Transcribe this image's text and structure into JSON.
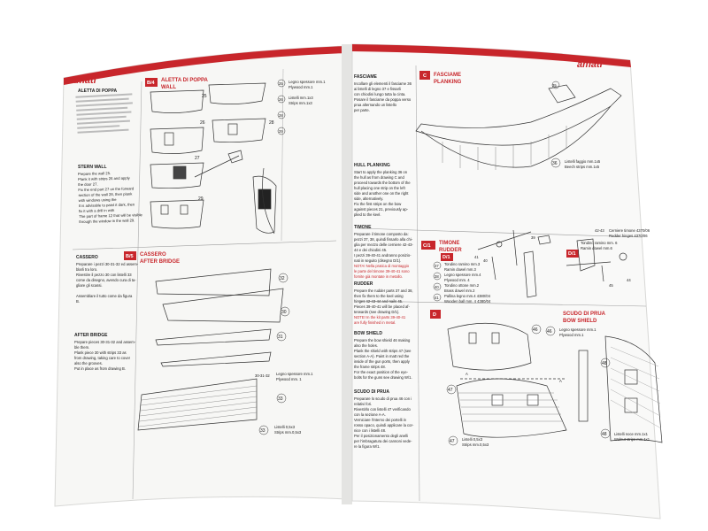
{
  "brand": {
    "left_logo": "amati",
    "right_logo": "amati",
    "accent": "#c8262b"
  },
  "left_page": {
    "heading": "ALETTA DI POPPA",
    "stern_wall_heading": "STERN WALL",
    "stern_wall_text": [
      "Prepare the wall 25.",
      "Plank it with strips 26 and apply",
      "the door 27.",
      "Fix the end part 27 on the forward",
      "section of the wall 28, then plank",
      "with windows using the",
      "It is advisable to paint it dark, then",
      "fix it with a drill in with",
      "The part of frame 12 that will be visible",
      "through the window in the wall 29."
    ],
    "panel_b4": {
      "tag": "B/4",
      "title_it": "ALETTA DI POPPA",
      "title_en": "WALL"
    },
    "panel_b5": {
      "tag": "B/5",
      "title_it": "CASSERO",
      "title_en": "AFTER BRIDGE"
    },
    "cassero_heading": "CASSERO",
    "cassero_text": [
      "Preparare i pezzi 30-31-32 ed assem-",
      "blarli tra loro.",
      "Rivestire il pezzo 30 con listelli 33",
      "come da disegno, avendo cura di ta-",
      "gliare gli scassi.",
      "",
      "Assemblare il tutto come da figura",
      "B."
    ],
    "after_bridge_heading": "AFTER BRIDGE",
    "after_bridge_text": [
      "Prepare pieces 30-31-32 and assem-",
      "ble them.",
      "Plank piece 30 with strips 33 as",
      "from drawing, taking care to cover",
      "also the grooves.",
      "Put in place as from drawing B."
    ],
    "parts": {
      "p25": "25",
      "p26": "26",
      "p27": "27",
      "p28": "28",
      "p29": "29",
      "p30": "30",
      "p31": "31",
      "p32": "32",
      "p33": "33",
      "p30_31_32": "30-31-32"
    },
    "legend_wall": [
      "Legno spessore mm.1",
      "Plywood mm.1",
      "Listelli mm.1x3",
      "Strips mm.1x3"
    ],
    "legend_plywood": [
      "Legno spessore mm.1",
      "Plywood mm. 1"
    ],
    "legend_strips": [
      "Listelli 0,5x3",
      "Strips mm.0,5x3"
    ]
  },
  "right_page": {
    "fasciame_heading": "FASCIAME",
    "fasciame_text": [
      "Incollare gli elementi il fasciame 36",
      "ai listelli di legno 37 e fissarli",
      "con chiodini lungo tutta la cinta.",
      "Posare il fasciame da poppa verso",
      "prua alternando un listello",
      "per parte."
    ],
    "panel_c": {
      "tag": "C",
      "title_it": "FASCIAME",
      "title_en": "PLANKING"
    },
    "hull_planking_heading": "HULL PLANKING",
    "hull_planking_text": [
      "Start to apply the planking 36 on",
      "the hull as from drawing C and",
      "proceed towards the bottom of the",
      "hull placing one strip on the left",
      "side and another one on the right",
      "side, alternatively.",
      "Fix the first strips on the bow",
      "against pieces 21, previously ap-",
      "plied to the keel."
    ],
    "legend_planking": [
      "Listelli faggio mm.1x5",
      "Beech strips mm.1x5"
    ],
    "timone_heading": "TIMONE",
    "timone_text": [
      "Preparare il timone composto da:",
      "pezzi 37, 38, quindi fissarlo alla chi-",
      "glia per mezzo delle cerniere 42-43-",
      "44 e dei chiodini 45.",
      "I pezzi 39-40-41 andranno posizio-",
      "nati in seguito (disegno D/1)."
    ],
    "timone_note": [
      "NOTA! Nella pratica di montaggio",
      "le parte del timone 39-40-41 sono",
      "fornite già montate in metallo."
    ],
    "rudder_heading": "RUDDER",
    "rudder_text": [
      "Prepare the rudder parts 37 and 38,",
      "then fix them to the keel using",
      "hinges 42-43-44 and nails 45.",
      "Pieces 39-40-41 will be placed af-",
      "terwards (see drawing D/1)."
    ],
    "rudder_note": [
      "NOTE! In the kit parts 39-40-41",
      "are fully finished in metal."
    ],
    "panel_c1": {
      "tag": "C/1",
      "title_it": "TIMONE",
      "title_en": "RUDDER"
    },
    "d1_tags": [
      "D/1",
      "D/1"
    ],
    "legend_hinges": [
      "Cerniere timone 4370/06",
      "Rudder hinges 4370/06"
    ],
    "legend_rudder": [
      "Tondino ramino mm.3",
      "Ramin dowel mm.3",
      "Legno spessore mm.4",
      "Plywood mm. 4",
      "Tondino ottone mm.2",
      "Brass dowel mm.2",
      "Pallina legno mm.4 4380/04",
      "Wooden ball mm. 4 4380/04"
    ],
    "legend_rudder_right": [
      "Tondino ramino mm. 6",
      "Ramin dowel mm.6"
    ],
    "bow_shield_heading": "BOW SHIELD",
    "bow_shield_text": [
      "Prepare the bow shield 46 making",
      "also the holes.",
      "Plank the shield with strips 47 (see",
      "section A-A). Paint in matt red the",
      "inside of the gun ports, then apply",
      "the frame strips 48.",
      "For the exact position of the eye-",
      "bolts for the guns see drawing W/1."
    ],
    "scudo_heading": "SCUDO DI PRUA",
    "scudo_text": [
      "Preparare lo scudo di prua 46 con i",
      "relativi fori.",
      "Rivestirlo con listelli 47 verificando",
      "con la sezione A-A.",
      "Verniciare l'interno dei portelli in",
      "rosso opaco, quindi applicare la cor-",
      "nice con i listelli 48.",
      "Per il posizionamento degli anelli",
      "per l'imbragatura dei cannoni vede-",
      "re la figura W/1."
    ],
    "panel_d": {
      "tag": "D",
      "title_it": "SCUDO DI PRUA",
      "title_en": "BOW SHIELD"
    },
    "legend_shield": [
      "Legno spessore mm.1",
      "Plywood mm.1"
    ],
    "legend_47": [
      "Listelli 0,5x3",
      "Strips mm.0,5x3"
    ],
    "legend_48": [
      "Listelli noce mm.1x1",
      "Walnut strips mm.1x1"
    ],
    "section_mark": "A",
    "parts": {
      "p36": "36",
      "p37": "37",
      "p38": "38",
      "p39": "39",
      "p40": "40",
      "p41": "41",
      "p42_43": "42-43",
      "p44": "44",
      "p45": "45",
      "p46": "46",
      "p47": "47",
      "p48": "48",
      "p35": "35"
    }
  }
}
